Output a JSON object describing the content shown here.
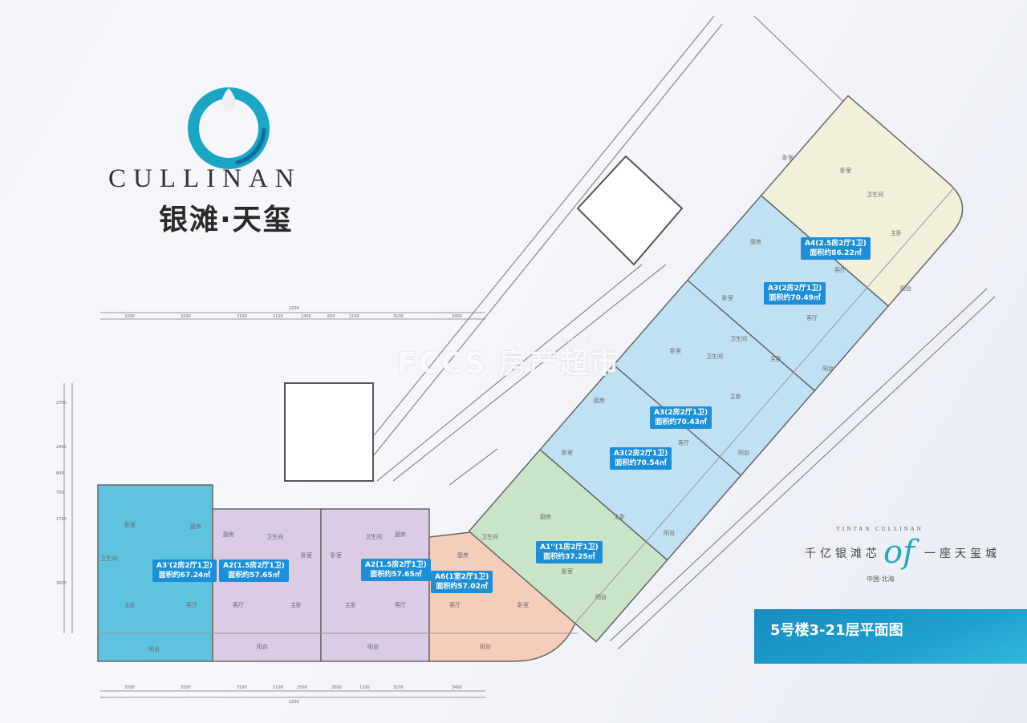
{
  "brand": {
    "name_en": "CULLINAN",
    "name_cn": "银滩·天玺",
    "ring_color": "#1ba6c4"
  },
  "watermark": {
    "text": "FCCS 房产超市",
    "sub": "fccs.com"
  },
  "slogan": {
    "en": "YINTAN CULLINAN",
    "cn_left": "千亿银滩芯",
    "of": "of",
    "cn_right": "一座天玺城",
    "location": "中国·北海"
  },
  "title": "5号楼3-21层平面图",
  "colors": {
    "A3_prime": "#5ec3de",
    "A2": "#dccbe4",
    "A6": "#f5cdbb",
    "A1": "#c9e4c6",
    "A3": "#c0e0f3",
    "A4": "#f2f0da",
    "badge": "#1e8fd6"
  },
  "units": [
    {
      "code": "A3'(2房2厅1卫)",
      "area": "面积约67.24㎡"
    },
    {
      "code": "A2(1.5房2厅1卫)",
      "area": "面积约57.65㎡"
    },
    {
      "code": "A2(1.5房2厅1卫)",
      "area": "面积约57.65㎡"
    },
    {
      "code": "A6(1室2厅1卫)",
      "area": "面积约57.02㎡"
    },
    {
      "code": "A1''(1房2厅1卫)",
      "area": "面积约37.25㎡"
    },
    {
      "code": "A3(2房2厅1卫)",
      "area": "面积约70.54㎡"
    },
    {
      "code": "A3(2房2厅1卫)",
      "area": "面积约70.43㎡"
    },
    {
      "code": "A3(2房2厅1卫)",
      "area": "面积约70.49㎡"
    },
    {
      "code": "A4(2.5房2厅1卫)",
      "area": "面积约86.22㎡"
    }
  ],
  "rooms": {
    "bedroom": "卧室",
    "master": "主卧",
    "living": "客厅",
    "kitchen": "厨房",
    "bath": "卫生间",
    "balcony": "阳台"
  },
  "dimensions": {
    "top": [
      "3200",
      "3200",
      "3100",
      "1100",
      "2400",
      "600",
      "2100",
      "3100",
      "3400"
    ],
    "top_total": "2200",
    "bottom": [
      "3200",
      "3200",
      "3100",
      "1100",
      "2500",
      "2500",
      "1100",
      "3100",
      "3400"
    ],
    "bottom_total": "2200",
    "left": [
      "2700",
      "2400",
      "800",
      "700",
      "1700",
      "3000"
    ]
  }
}
